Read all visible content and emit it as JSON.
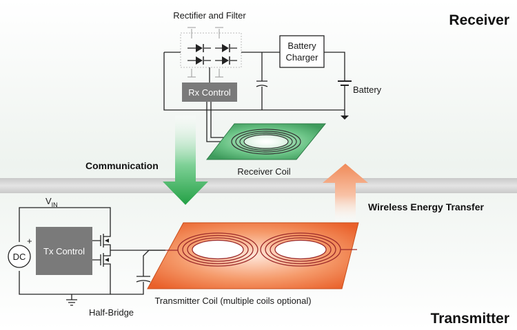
{
  "titles": {
    "receiver": "Receiver",
    "transmitter": "Transmitter"
  },
  "receiver": {
    "rectifier_label": "Rectifier and Filter",
    "rx_control": "Rx Control",
    "battery_charger_line1": "Battery",
    "battery_charger_line2": "Charger",
    "battery_label": "Battery",
    "coil_label": "Receiver Coil"
  },
  "transmitter": {
    "vin_main": "V",
    "vin_sub": "IN",
    "dc_source": "DC",
    "dc_polarity": "+",
    "tx_control": "Tx Control",
    "half_bridge": "Half-Bridge",
    "coil_label": "Transmitter Coil (multiple coils optional)"
  },
  "arrows": {
    "communication": "Communication",
    "energy_transfer": "Wireless Energy Transfer"
  },
  "colors": {
    "background_band": "#eef2ef",
    "separator": "#d6d6d6",
    "control_box": "#7a7a7a",
    "receiver_pad": "#4fae6e",
    "transmitter_pad": "#f0703a",
    "communication_arrow": "#2fa84f",
    "energy_arrow": "#f5a47e",
    "coil": "#9c2a2a"
  }
}
